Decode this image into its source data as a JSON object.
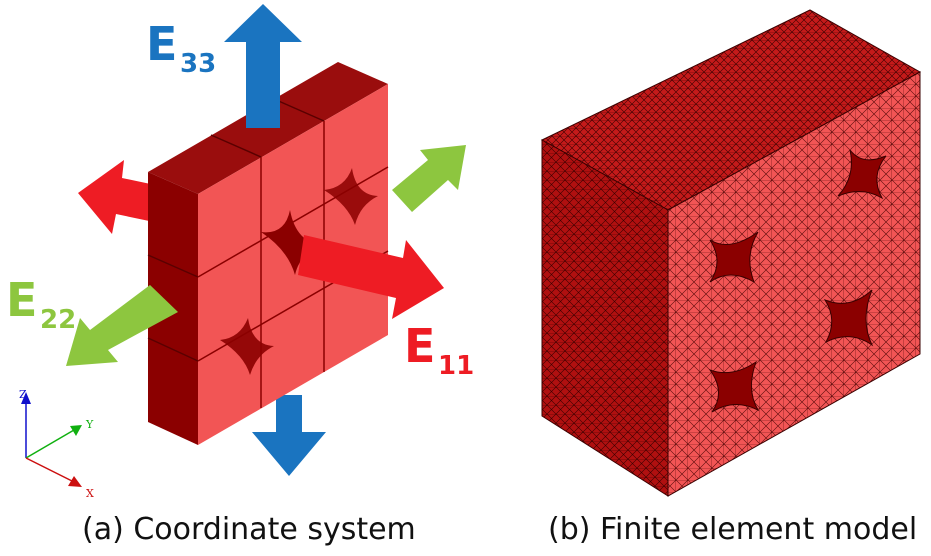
{
  "panel_a": {
    "caption": "(a) Coordinate system",
    "arrows": {
      "e33": {
        "main": "E",
        "sub": "33",
        "color": "#1a74c0"
      },
      "e22": {
        "main": "E",
        "sub": "22",
        "color": "#8dc63f"
      },
      "e11": {
        "main": "E",
        "sub": "11",
        "color": "#ee1c24"
      }
    },
    "axes": {
      "z": "Z",
      "y": "Y",
      "x": "X"
    }
  },
  "panel_b": {
    "caption": "(b) Finite element model"
  },
  "colors": {
    "block_front": "#f25555",
    "block_dark": "#8b0000",
    "block_mid": "#a80a0a",
    "mesh_line": "#3a0000"
  }
}
